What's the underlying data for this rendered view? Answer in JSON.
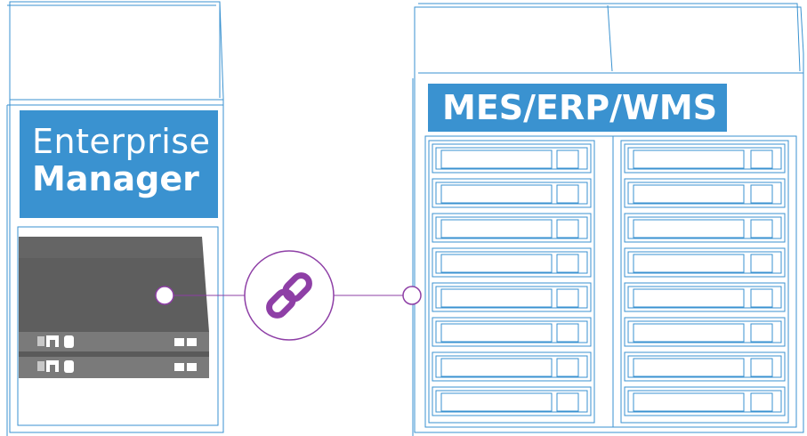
{
  "enterprise_manager": {
    "label_line1": "Enterprise",
    "label_line2": "Manager"
  },
  "mes_system": {
    "label": "MES/ERP/WMS"
  },
  "connection": {
    "icon": "chain-link-icon",
    "color": "#8e3fa6"
  },
  "colors": {
    "outline": "#3a92d0",
    "label_fill": "#3a92d0",
    "label_text": "#ffffff",
    "link": "#8e3fa6"
  }
}
